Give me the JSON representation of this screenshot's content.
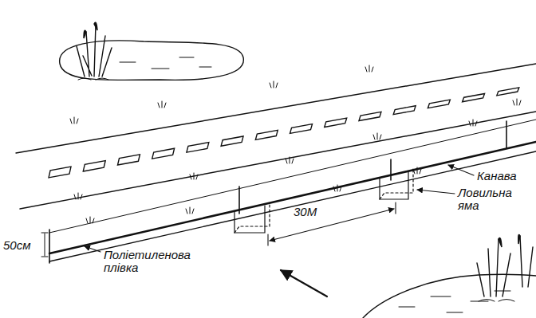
{
  "diagram": {
    "labels": [
      "Канава",
      "Ловильна яма",
      "30М",
      "Поліетиленова плівка",
      "50см"
    ]
  }
}
